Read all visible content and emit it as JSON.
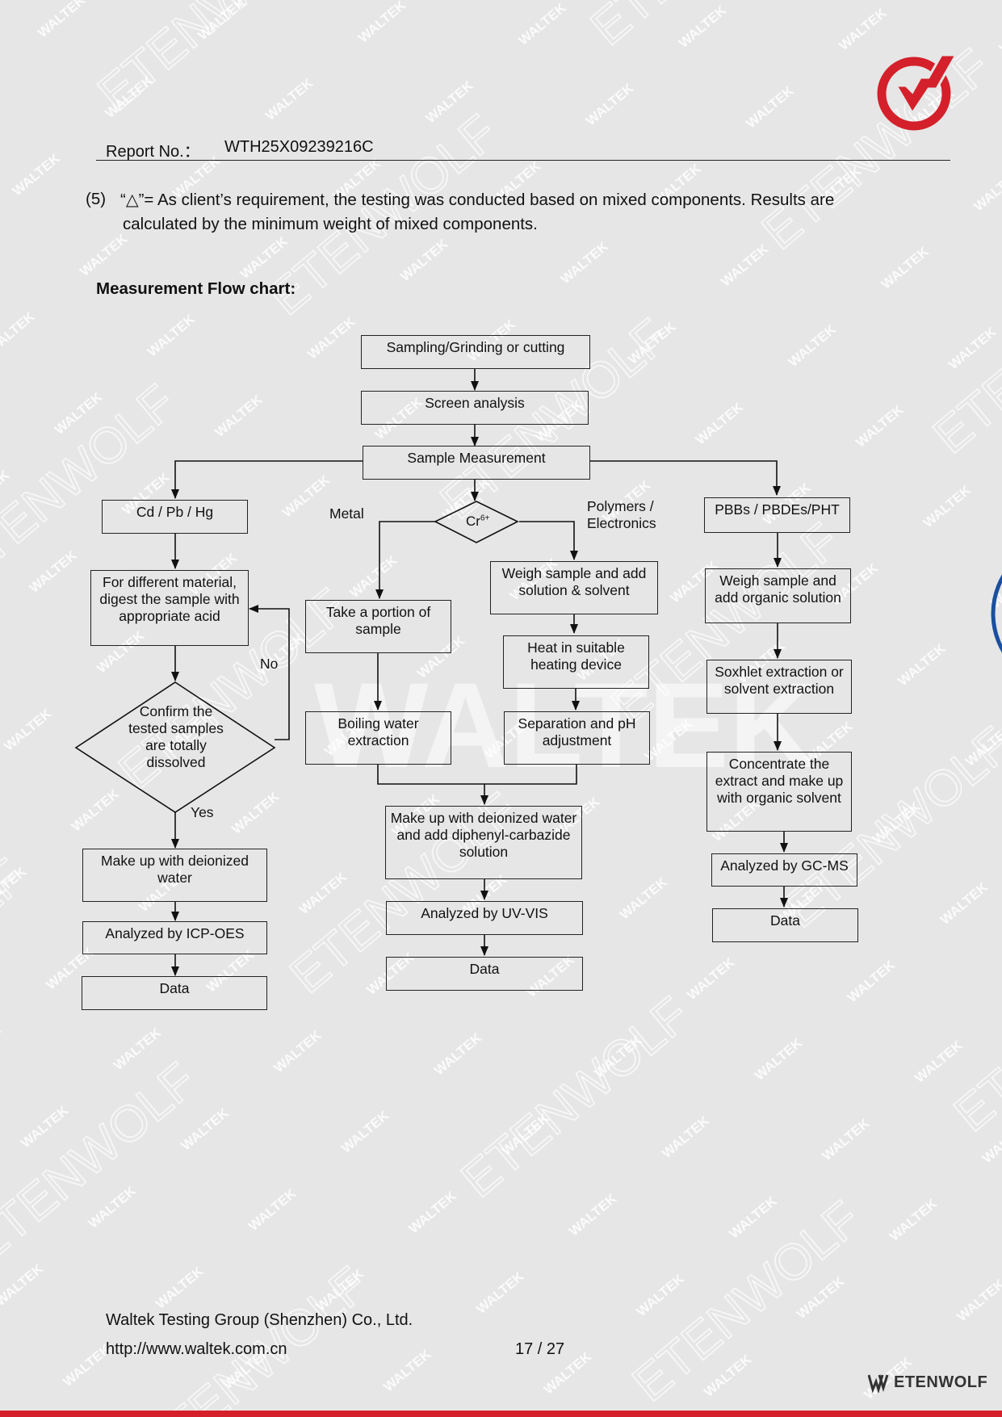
{
  "header": {
    "report_label": "Report No.：",
    "report_number": "WTH25X09239216C"
  },
  "note": {
    "marker": "(5)",
    "line1": "“△”= As client’s requirement, the testing was conducted based on mixed components. Results are",
    "line2": "calculated by the minimum weight of mixed components."
  },
  "section_title": "Measurement Flow chart:",
  "flow": {
    "sampling": "Sampling/Grinding or cutting",
    "screen": "Screen analysis",
    "sample_measurement": "Sample Measurement",
    "cd_pb_hg": "Cd / Pb / Hg",
    "metal_label": "Metal",
    "cr_label": "Cr",
    "cr_superscript": "6+",
    "polymers_label_1": "Polymers /",
    "polymers_label_2": "Electronics",
    "pbbs": "PBBs / PBDEs/PHT",
    "digest": "For different material, digest the sample with appropriate acid",
    "take_portion": "Take a portion of sample",
    "weigh_solvent": "Weigh sample and add solution & solvent",
    "weigh_organic": "Weigh sample and add organic solution",
    "heat": "Heat in suitable heating device",
    "soxhlet": "Soxhlet extraction or solvent extraction",
    "no_label": "No",
    "confirm": "Confirm the tested samples are totally dissolved",
    "boiling": "Boiling water extraction",
    "separation": "Separation and pH adjustment",
    "concentrate": "Concentrate the extract and make up with organic solvent",
    "yes_label": "Yes",
    "makeup_dpc": "Make up with deionized water and add diphenyl-carbazide solution",
    "makeup_water": "Make up with deionized water",
    "gcms": "Analyzed by GC-MS",
    "uvvis": "Analyzed by UV-VIS",
    "icp": "Analyzed by ICP-OES",
    "data_left": "Data",
    "data_mid": "Data",
    "data_right": "Data"
  },
  "footer": {
    "company": "Waltek Testing Group (Shenzhen) Co., Ltd.",
    "url": "http://www.waltek.com.cn",
    "page": "17 / 27",
    "brand": "ETENWOLF"
  },
  "watermark": {
    "small": "WALTEK",
    "large": "ETENWOLF",
    "center": "WALTEK"
  },
  "colors": {
    "accent_red": "#d4202a",
    "seal_blue": "#1a4fa0",
    "line": "#222222"
  },
  "icons": {
    "logo": "waltek-check-logo-icon",
    "seal": "partial-blue-seal-icon",
    "brand": "etenwolf-w-icon"
  }
}
